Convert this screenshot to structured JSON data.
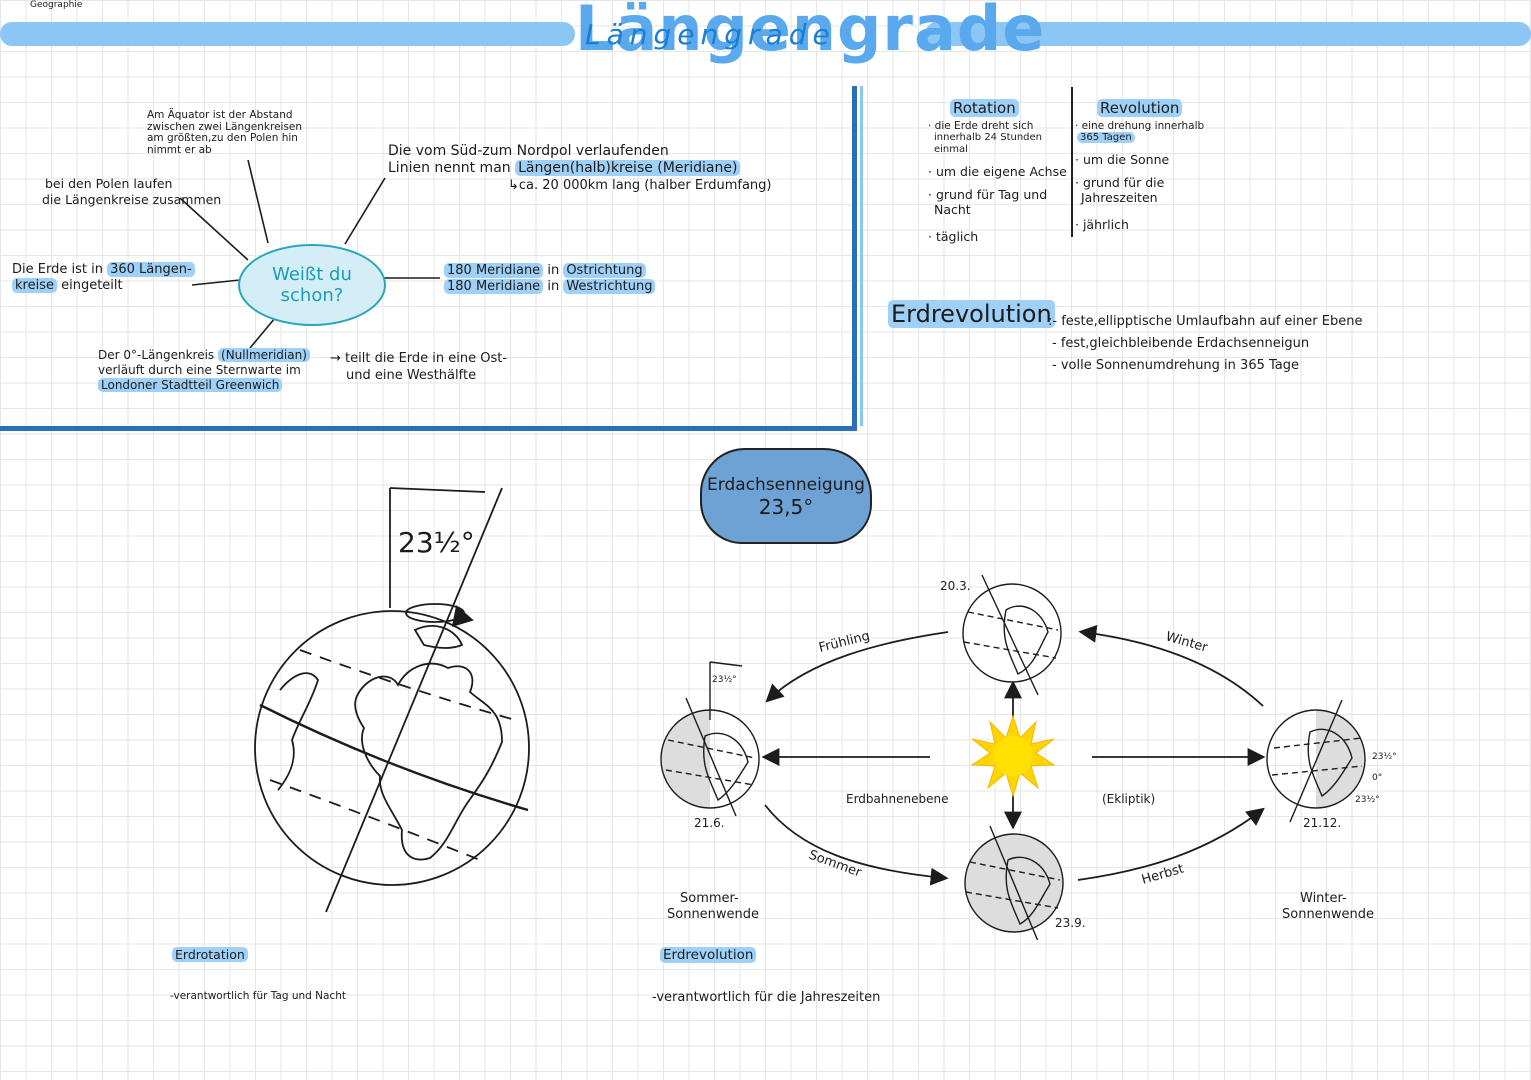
{
  "subject": "Geographie",
  "title": "Längengrade",
  "title_overlay": "Längengrade",
  "mindmap": {
    "center_line1": "Weißt du",
    "center_line2": "schon?",
    "aequator_l1": "Am Äquator ist der Abstand",
    "aequator_l2": "zwischen zwei Längenkreisen",
    "aequator_l3": "am größten,zu den Polen hin",
    "aequator_l4": "nimmt er ab",
    "pole_l1": "bei den Polen laufen",
    "pole_l2": "die Längenkreise zusammen",
    "einteil_pre": "Die Erde ist in",
    "einteil_hl1": "360 Längen-",
    "einteil_hl2": "kreise",
    "einteil_post": "eingeteilt",
    "linien_l1": "Die vom Süd-zum Nordpol verlaufenden",
    "linien_l2_pre": "Linien nennt man",
    "linien_l2_hl": "Längen(halb)kreise (Meridiane)",
    "linien_l3": "↳ca. 20 000km lang (halber Erdumfang)",
    "meridian_east_hl1": "180 Meridiane",
    "meridian_east_mid": "in",
    "meridian_east_hl2": "Ostrichtung",
    "meridian_west_hl1": "180 Meridiane",
    "meridian_west_mid": "in",
    "meridian_west_hl2": "Westrichtung",
    "null_l1_pre": "Der 0°-Längenkreis",
    "null_l1_hl": "(Nullmeridian)",
    "null_l2": "verläuft durch",
    "null_l2_hl": "eine Sternwarte im",
    "null_l3_hl": "Londoner Stadtteil Greenwich",
    "teilt_l1": "→ teilt die Erde in eine Ost-",
    "teilt_l2": "und eine Westhälfte"
  },
  "compare": {
    "rotation_head": "Rotation",
    "rotation_items": [
      "· die Erde dreht sich",
      "innerhalb 24 Stunden einmal",
      "· um die eigene Achse",
      "· grund für Tag und",
      "Nacht",
      "· täglich"
    ],
    "revolution_head": "Revolution",
    "revolution_items": [
      "· eine drehung innerhalb",
      "365 Tagen",
      "· um die Sonne",
      "· grund für die",
      "Jahreszeiten",
      "· jährlich"
    ]
  },
  "erdrevolution_box": {
    "heading": "Erdrevolution",
    "items": [
      ":- feste,ellipptische Umlaufbahn auf einer Ebene",
      "- fest,gleichbleibende Erdachsenneigun",
      "- volle Sonnenumdrehung in 365 Tage"
    ]
  },
  "cloud": {
    "line1": "Erdachsenneigung",
    "line2": "23,5°"
  },
  "globe_left": {
    "angle_label": "23½°"
  },
  "orbit": {
    "date_top": "20.3.",
    "date_left": "21.6.",
    "date_bottom": "23.9.",
    "date_right": "21.12.",
    "small_angle": "23½°",
    "season_spring": "Frühling",
    "season_winter": "Winter",
    "season_summer": "Sommer",
    "season_autumn": "Herbst",
    "plane_label": "Erdbahnenebene",
    "ecliptic_label": "(Ekliptik)",
    "right_lat_top": "23½°",
    "right_lat_mid": "0°",
    "right_lat_bot": "23½°",
    "summer_solstice_l1": "Sommer-",
    "summer_solstice_l2": "Sonnenwende",
    "winter_solstice_l1": "Winter-",
    "winter_solstice_l2": "Sonnenwende"
  },
  "footer": {
    "rotation_label": "Erdrotation",
    "rotation_text": "-verantwortlich für Tag und Nacht",
    "revolution_label": "Erdrevolution",
    "revolution_text": "-verantwortlich für die Jahreszeiten"
  },
  "colors": {
    "accent": "#8cc6f5",
    "title": "#5aa8ee",
    "frame": "#2b6fb8",
    "cloud": "#6fa2d4",
    "sun": "#ffd400"
  }
}
